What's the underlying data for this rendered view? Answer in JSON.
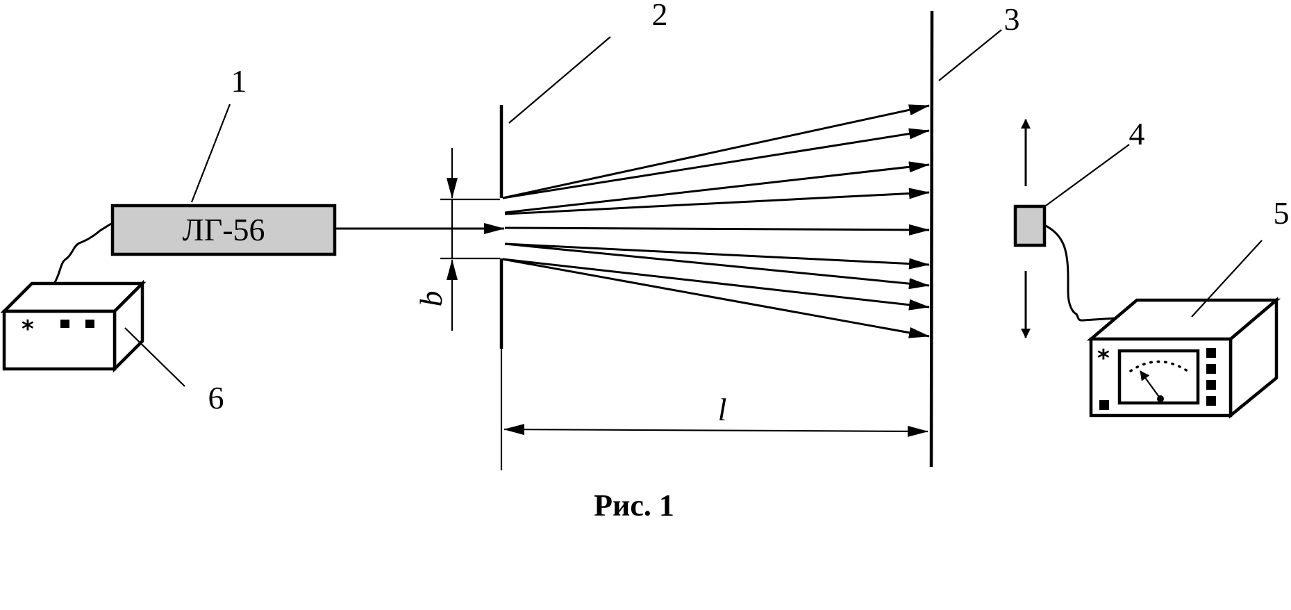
{
  "labels": {
    "laser_model": "ЛГ-56",
    "n1": "1",
    "n2": "2",
    "n3": "3",
    "n4": "4",
    "n5": "5",
    "n6": "6",
    "slit_width": "b",
    "distance": "l"
  },
  "panel_marks": {
    "star": "*"
  },
  "caption": "Рис. 1"
}
